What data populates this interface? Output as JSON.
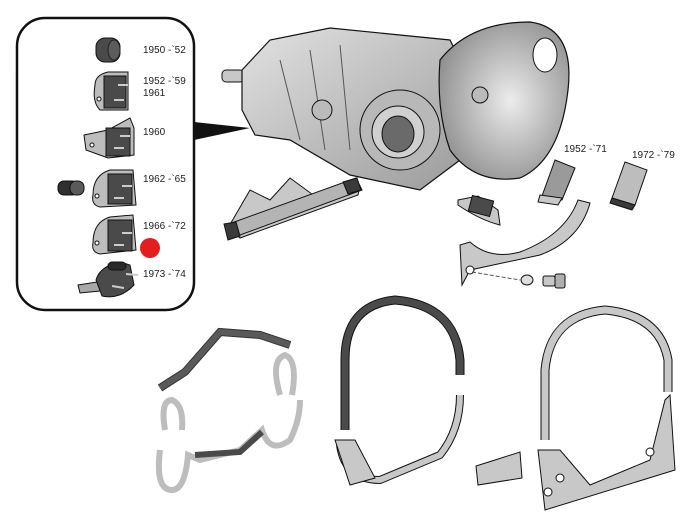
{
  "diagram": {
    "title": "Transmission mounts and carriers exploded view",
    "inset": {
      "items": [
        {
          "label": "1950 -`52",
          "part": "round-rubber-mount"
        },
        {
          "label": "1952 -`59",
          "label2": "1961",
          "part": "front-mount-rounded-flange"
        },
        {
          "label": "1960",
          "part": "front-mount-bracket-flange"
        },
        {
          "label": "1962 -`65",
          "part": "front-mount-with-rubber-buffer"
        },
        {
          "label": "1966 -`72",
          "part": "front-mount-rounded-flange",
          "highlighted": true
        },
        {
          "label": "1973 -`74",
          "part": "front-mount-tab-style"
        }
      ],
      "highlight_color": "#e41e1e"
    },
    "right_mounts": [
      {
        "label": "1952 -`71",
        "part": "rear-mount-square"
      },
      {
        "label": "1972 -`79",
        "part": "rear-mount-square-large"
      }
    ],
    "colors": {
      "part_fill": "#c8c8c8",
      "part_dark": "#4a4a4a",
      "outline": "#111111",
      "background": "#ffffff"
    }
  }
}
